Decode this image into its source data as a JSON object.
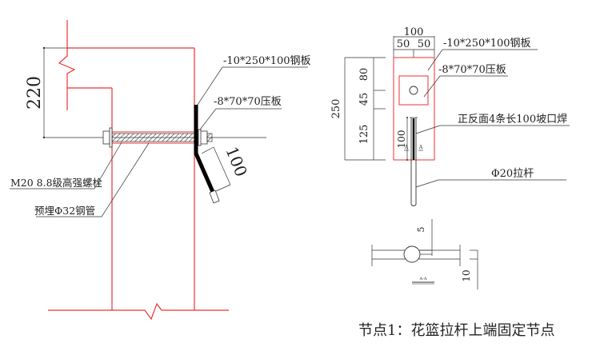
{
  "colors": {
    "concrete_outline": "#ee3333",
    "line": "#333333",
    "text": "#222222"
  },
  "left_view": {
    "dimension_height": "220",
    "dimension_plate_leg": "100",
    "label_steel_plate": "-10*250*100钢板",
    "label_press_plate": "-8*70*70压板",
    "label_bolt": "M20 8.8级高强螺栓",
    "label_pipe": "预埋Φ32钢管"
  },
  "right_view": {
    "dim_width_total": "100",
    "dim_width_left": "50",
    "dim_width_right": "50",
    "dim_height_total": "250",
    "dim_height_top": "80",
    "dim_height_mid": "45",
    "dim_height_bottom": "125",
    "dim_weld_length": "100",
    "section_mark": "A",
    "label_steel_plate": "-10*250*100钢板",
    "label_press_plate": "-8*70*70压板",
    "label_weld": "正反面4条长100坡口焊",
    "label_rod": "Φ20拉杆"
  },
  "section_view": {
    "title": "A-A",
    "dim_gap": "5",
    "dim_thickness": "10"
  },
  "caption": "节点1：花篮拉杆上端固定节点"
}
